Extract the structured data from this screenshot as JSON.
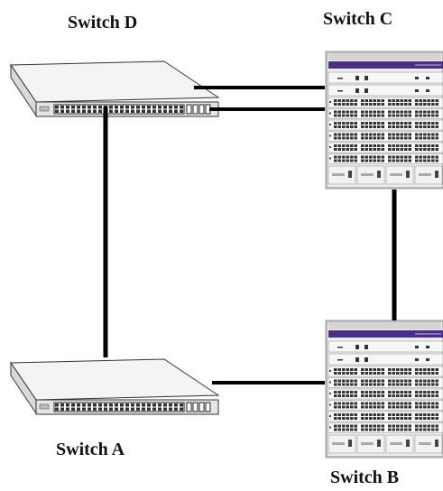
{
  "diagram": {
    "switches": [
      {
        "id": "D",
        "label": "Switch D",
        "kind": "stackable"
      },
      {
        "id": "C",
        "label": "Switch C",
        "kind": "chassis"
      },
      {
        "id": "A",
        "label": "Switch A",
        "kind": "stackable"
      },
      {
        "id": "B",
        "label": "Switch B",
        "kind": "chassis"
      }
    ],
    "links": [
      {
        "from": "D",
        "to": "C"
      },
      {
        "from": "D",
        "to": "C"
      },
      {
        "from": "D",
        "to": "A"
      },
      {
        "from": "C",
        "to": "B"
      },
      {
        "from": "A",
        "to": "B"
      }
    ],
    "colors": {
      "link": "#000000",
      "chassis_accent": "#4b2e7f",
      "chassis_body": "#eeeeee",
      "stack_body": "#f4f4f4"
    }
  }
}
